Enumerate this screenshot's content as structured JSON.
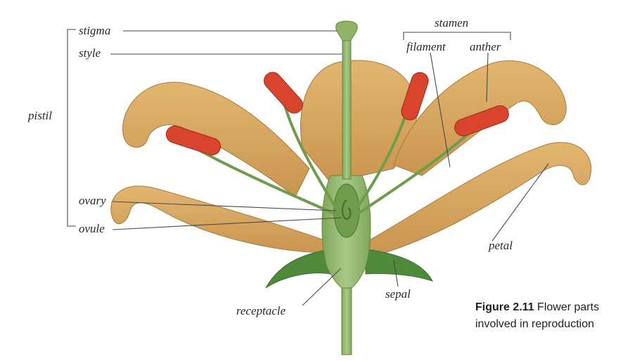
{
  "labels": {
    "stigma": "stigma",
    "style": "style",
    "pistil": "pistil",
    "stamen": "stamen",
    "filament": "filament",
    "anther": "anther",
    "ovary": "ovary",
    "ovule": "ovule",
    "petal": "petal",
    "sepal": "sepal",
    "receptacle": "receptacle"
  },
  "caption": {
    "figure_number": "Figure 2.11",
    "line1": "Flower parts",
    "line2": "involved in reproduction"
  },
  "colors": {
    "petal": "#d9a55e",
    "petal_shadow": "#b98443",
    "stem": "#8fb468",
    "stem_dark": "#5f8a3c",
    "anther": "#d8442c",
    "sepal": "#4f8a3a"
  }
}
